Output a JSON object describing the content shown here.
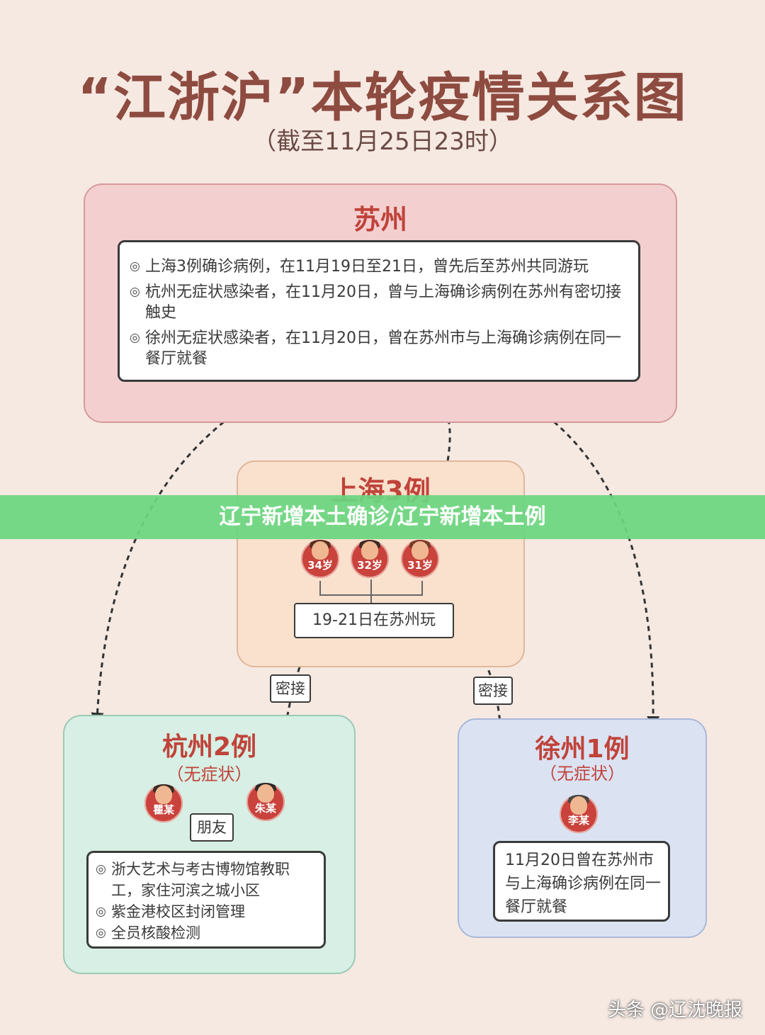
{
  "title": "“江浙沪”本轮疫情关系图",
  "subtitle": "（截至11月25日23时）",
  "suzhou": {
    "heading": "苏州",
    "items": [
      "上海3例确诊病例，在11月19日至21日，曾先后至苏州共同游玩",
      "杭州无症状感染者，在11月20日，曾与上海确诊病例在苏州有密切接触史",
      "徐州无症状感染者，在11月20日，曾在苏州市与上海确诊病例在同一餐厅就餐"
    ]
  },
  "shanghai": {
    "heading": "上海3例",
    "avatars": [
      "34岁",
      "32岁",
      "31岁"
    ],
    "note": "19-21日在苏州玩"
  },
  "links": {
    "left": "密接",
    "right": "密接"
  },
  "hangzhou": {
    "heading": "杭州2例",
    "sub": "（无症状）",
    "avatars": [
      "瞿某",
      "朱某"
    ],
    "relation": "朋友",
    "items": [
      "浙大艺术与考古博物馆教职工，家住河滨之城小区",
      "紫金港校区封闭管理",
      "全员核酸检测"
    ]
  },
  "xuzhou": {
    "heading": "徐州1例",
    "sub": "（无症状）",
    "avatar": "李某",
    "note": "11月20日曾在苏州市与上海确诊病例在同一餐厅就餐"
  },
  "banner": "辽宁新增本土确诊/辽宁新增本土例",
  "credit": "头条 @辽沈晚报",
  "colors": {
    "accent": "#c0433a",
    "title": "#8e4b40",
    "banner": "#6bd680"
  }
}
